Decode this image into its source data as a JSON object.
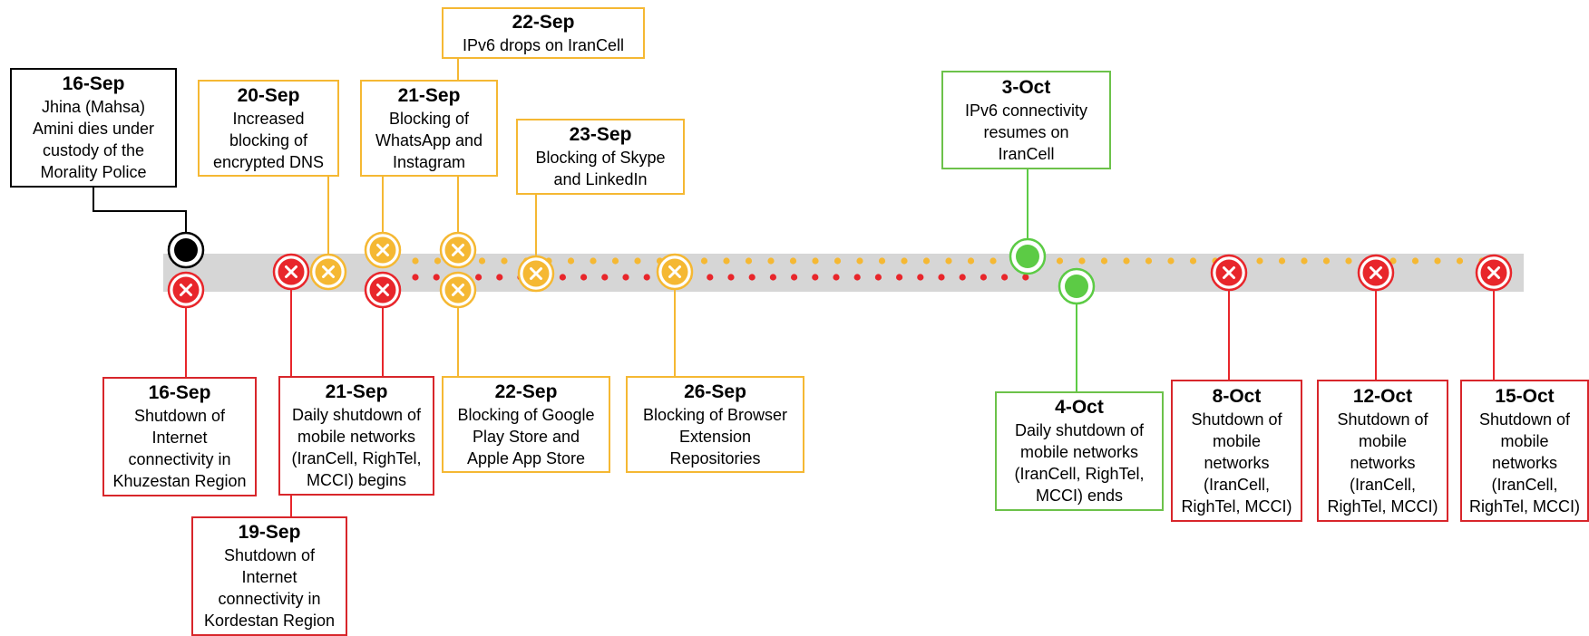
{
  "colors": {
    "black": "#000000",
    "yellow": "#f5b833",
    "red": "#e8262b",
    "green": "#5ccb45",
    "bar": "#d6d6d6"
  },
  "events": [
    {
      "id": "e1",
      "date": "16-Sep",
      "desc": "Jhina (Mahsa)\nAmini dies under\ncustody of the\nMorality Police",
      "color": "black",
      "marker": "dot"
    },
    {
      "id": "e2",
      "date": "16-Sep",
      "desc": "Shutdown of\nInternet\nconnectivity in\nKhuzestan Region",
      "color": "red",
      "marker": "x"
    },
    {
      "id": "e3",
      "date": "19-Sep",
      "desc": "Shutdown of\nInternet\nconnectivity in\nKordestan Region",
      "color": "red",
      "marker": "x"
    },
    {
      "id": "e4",
      "date": "20-Sep",
      "desc": "Increased\nblocking of\nencrypted DNS",
      "color": "yellow",
      "marker": "x"
    },
    {
      "id": "e5",
      "date": "21-Sep",
      "desc": "Blocking of\nWhatsApp and\nInstagram",
      "color": "yellow",
      "marker": "x"
    },
    {
      "id": "e6",
      "date": "21-Sep",
      "desc": "Daily shutdown of\nmobile networks\n(IranCell, RighTel,\nMCCI) begins",
      "color": "red",
      "marker": "x"
    },
    {
      "id": "e7",
      "date": "22-Sep",
      "desc": "IPv6 drops on IranCell",
      "color": "yellow",
      "marker": "x"
    },
    {
      "id": "e8",
      "date": "22-Sep",
      "desc": "Blocking of Google\nPlay Store and\nApple App Store",
      "color": "yellow",
      "marker": "x"
    },
    {
      "id": "e9",
      "date": "23-Sep",
      "desc": "Blocking of Skype\nand LinkedIn",
      "color": "yellow",
      "marker": "x"
    },
    {
      "id": "e10",
      "date": "26-Sep",
      "desc": "Blocking of Browser\nExtension\nRepositories",
      "color": "yellow",
      "marker": "x"
    },
    {
      "id": "e11",
      "date": "3-Oct",
      "desc": "IPv6 connectivity\nresumes on\nIranCell",
      "color": "green",
      "marker": "dot"
    },
    {
      "id": "e12",
      "date": "4-Oct",
      "desc": "Daily shutdown of\nmobile networks\n(IranCell, RighTel,\nMCCI) ends",
      "color": "green",
      "marker": "dot"
    },
    {
      "id": "e13",
      "date": "8-Oct",
      "desc": "Shutdown of\nmobile\nnetworks\n(IranCell,\nRighTel, MCCI)",
      "color": "red",
      "marker": "x"
    },
    {
      "id": "e14",
      "date": "12-Oct",
      "desc": "Shutdown of\nmobile\nnetworks\n(IranCell,\nRighTel, MCCI)",
      "color": "red",
      "marker": "x"
    },
    {
      "id": "e15",
      "date": "15-Oct",
      "desc": "Shutdown of\nmobile\nnetworks\n(IranCell,\nRighTel, MCCI)",
      "color": "red",
      "marker": "x"
    }
  ]
}
